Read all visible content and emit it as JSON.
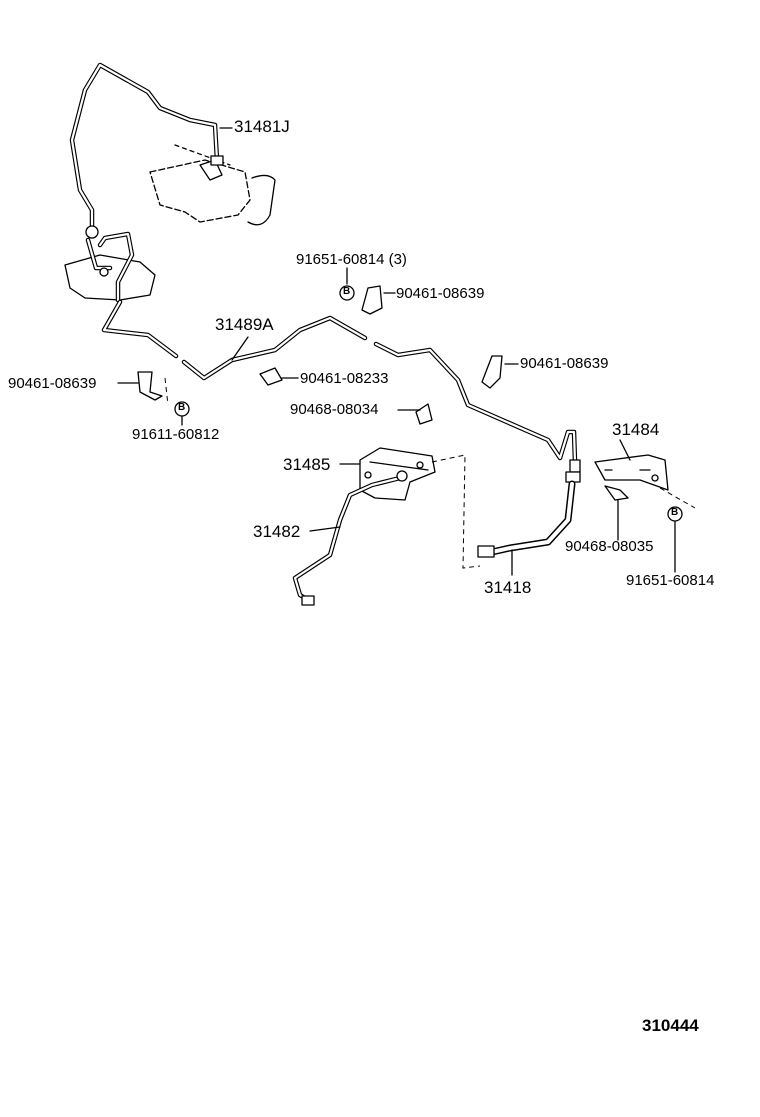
{
  "labels": {
    "p31481J": "31481J",
    "p91651_60814_3": "91651-60814 (3)",
    "p90461_08639_a": "90461-08639",
    "p31489A": "31489A",
    "p90461_08639_b": "90461-08639",
    "p90461_08639_c": "90461-08639",
    "p90461_08233": "90461-08233",
    "p91611_60812": "91611-60812",
    "p90468_08034": "90468-08034",
    "p31484": "31484",
    "p31485": "31485",
    "p31482": "31482",
    "p90468_08035": "90468-08035",
    "p31418": "31418",
    "p91651_60814": "91651-60814"
  },
  "bolt_marker": "B",
  "diagram_code": "310444"
}
